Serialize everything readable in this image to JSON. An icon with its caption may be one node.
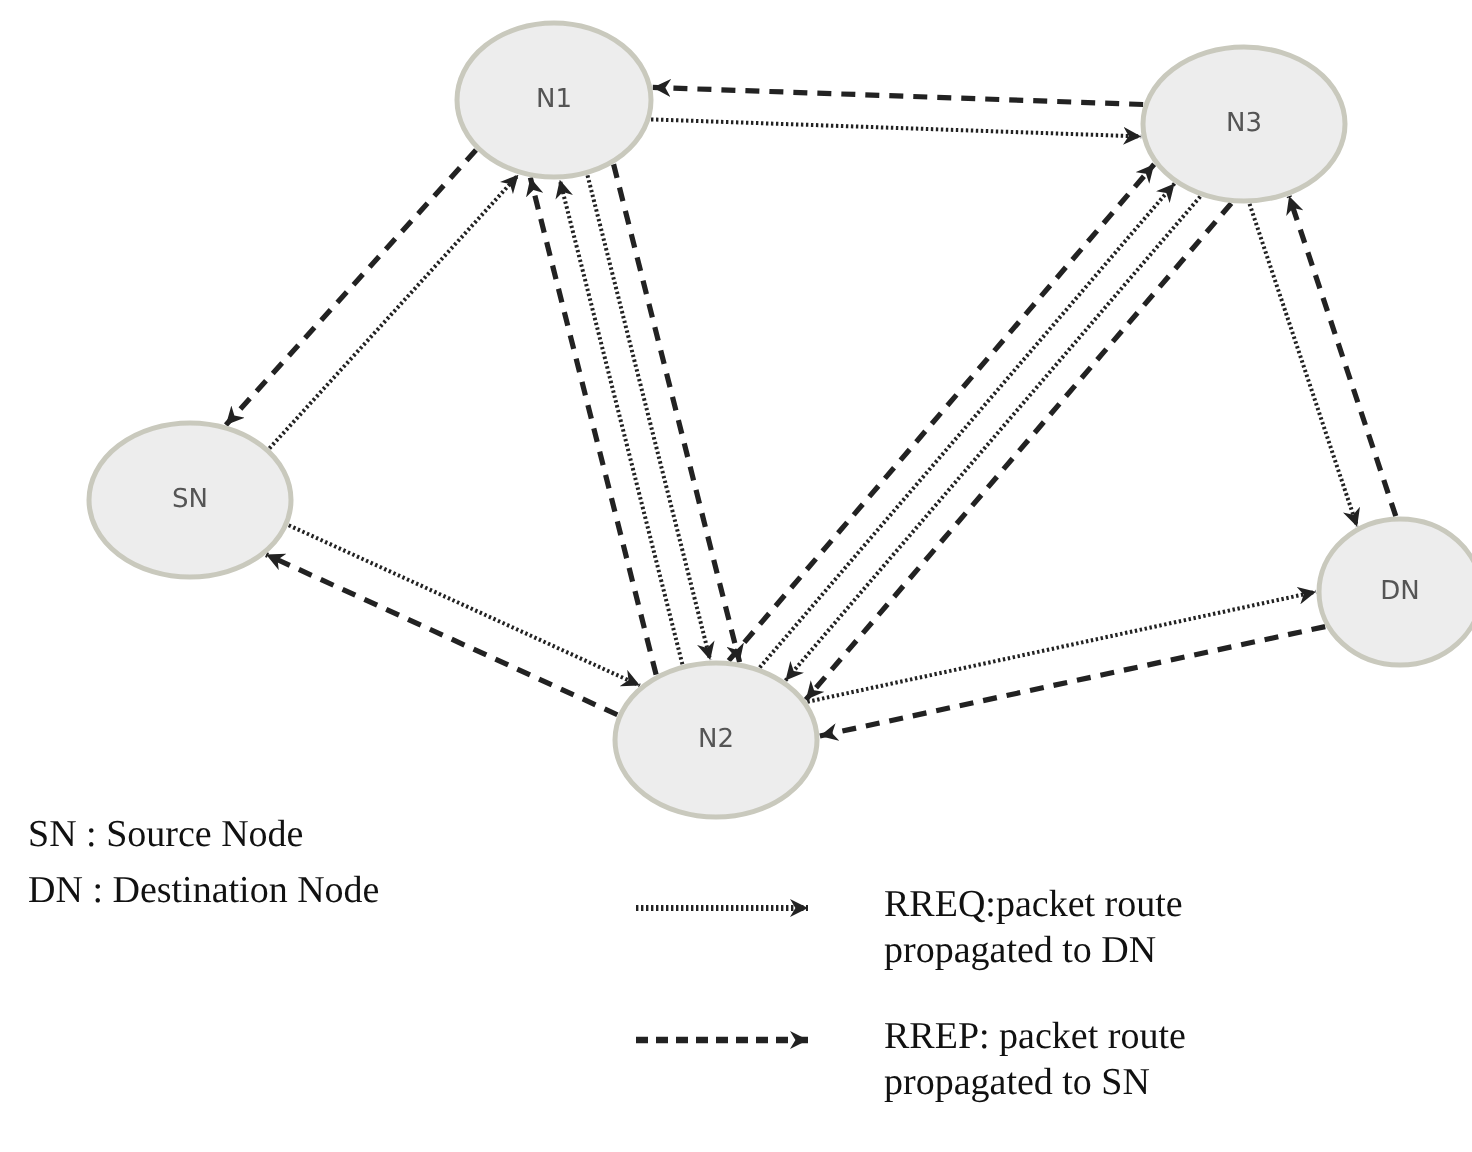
{
  "diagram": {
    "nodes": [
      {
        "text": [
          "N1"
        ]
      },
      {
        "text": [
          "N3"
        ]
      },
      {
        "text": [
          "SN"
        ]
      },
      {
        "text": [
          "DN"
        ]
      },
      {
        "text": [
          "N2"
        ]
      }
    ],
    "edges": [
      {
        "from": 2,
        "to": 0,
        "arrow": "to"
      },
      {
        "from": 0,
        "to": 2,
        "arrow": "to",
        "style": "dashed"
      },
      {
        "from": 0,
        "to": 1,
        "arrow": "to"
      },
      {
        "from": 1,
        "to": 0,
        "arrow": "to",
        "style": "dashed"
      },
      {
        "from": 4,
        "to": 0,
        "arrow": "to",
        "style": "dashed"
      },
      {
        "from": 4,
        "to": 0,
        "arrow": "to"
      },
      {
        "from": 0,
        "to": 4,
        "arrow": "to"
      },
      {
        "from": 0,
        "to": 4,
        "arrow": "to",
        "style": "dashed"
      },
      {
        "from": 4,
        "to": 1,
        "arrow": "to",
        "style": "dashed"
      },
      {
        "from": 4,
        "to": 1,
        "arrow": "to"
      },
      {
        "from": 1,
        "to": 4,
        "arrow": "to"
      },
      {
        "from": 1,
        "to": 4,
        "arrow": "to",
        "style": "dashed"
      },
      {
        "from": 1,
        "to": 3,
        "arrow": "to"
      },
      {
        "from": 3,
        "to": 1,
        "arrow": "to",
        "style": "dashed"
      },
      {
        "from": 2,
        "to": 4,
        "arrow": "to"
      },
      {
        "from": 4,
        "to": 2,
        "arrow": "to",
        "style": "dashed"
      },
      {
        "from": 4,
        "to": 3,
        "arrow": "to"
      },
      {
        "from": 3,
        "to": 4,
        "arrow": "to",
        "style": "dashed"
      }
    ],
    "labels": [
      "SN : Source Node",
      "DN : Destination Node"
    ],
    "legend": [
      {
        "text": "RREQ:packet route propagated to DN"
      },
      {
        "text": "RREP: packet route propagated to SN"
      }
    ]
  }
}
